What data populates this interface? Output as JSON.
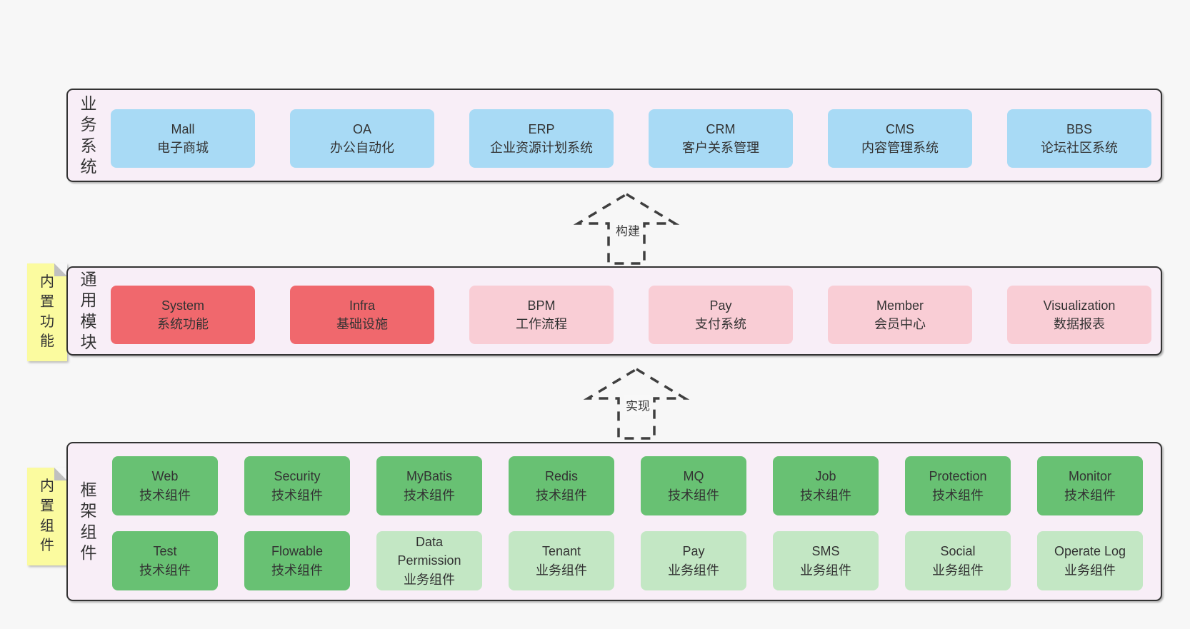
{
  "page": {
    "background": "#f7f7f7"
  },
  "colors": {
    "blue": "#a8daf5",
    "red": "#f0686d",
    "pink": "#f9cdd5",
    "green": "#68c173",
    "lightgreen": "#c3e7c4",
    "container_fill": "#f8eef7",
    "container_border": "#333333",
    "sticky_yellow": "#fbfb9f",
    "arrow_stroke": "#3f3f3f"
  },
  "arrows": [
    {
      "label": "构建"
    },
    {
      "label": "实现"
    }
  ],
  "layers": [
    {
      "side_label": "业务系统",
      "sticky_note": "",
      "rows": [
        [
          {
            "name": "Mall",
            "subtitle": "电子商城",
            "color": "blue"
          },
          {
            "name": "OA",
            "subtitle": "办公自动化",
            "color": "blue"
          },
          {
            "name": "ERP",
            "subtitle": "企业资源计划系统",
            "color": "blue"
          },
          {
            "name": "CRM",
            "subtitle": "客户关系管理",
            "color": "blue"
          },
          {
            "name": "CMS",
            "subtitle": "内容管理系统",
            "color": "blue"
          },
          {
            "name": "BBS",
            "subtitle": "论坛社区系统",
            "color": "blue"
          }
        ]
      ]
    },
    {
      "side_label": "通用模块",
      "sticky_note": "内置功能",
      "rows": [
        [
          {
            "name": "System",
            "subtitle": "系统功能",
            "color": "red"
          },
          {
            "name": "Infra",
            "subtitle": "基础设施",
            "color": "red"
          },
          {
            "name": "BPM",
            "subtitle": "工作流程",
            "color": "pink"
          },
          {
            "name": "Pay",
            "subtitle": "支付系统",
            "color": "pink"
          },
          {
            "name": "Member",
            "subtitle": "会员中心",
            "color": "pink"
          },
          {
            "name": "Visualization",
            "subtitle": "数据报表",
            "color": "pink"
          }
        ]
      ]
    },
    {
      "side_label": "框架组件",
      "sticky_note": "内置组件",
      "rows": [
        [
          {
            "name": "Web",
            "subtitle": "技术组件",
            "color": "green"
          },
          {
            "name": "Security",
            "subtitle": "技术组件",
            "color": "green"
          },
          {
            "name": "MyBatis",
            "subtitle": "技术组件",
            "color": "green"
          },
          {
            "name": "Redis",
            "subtitle": "技术组件",
            "color": "green"
          },
          {
            "name": "MQ",
            "subtitle": "技术组件",
            "color": "green"
          },
          {
            "name": "Job",
            "subtitle": "技术组件",
            "color": "green"
          },
          {
            "name": "Protection",
            "subtitle": "技术组件",
            "color": "green"
          },
          {
            "name": "Monitor",
            "subtitle": "技术组件",
            "color": "green"
          }
        ],
        [
          {
            "name": "Test",
            "subtitle": "技术组件",
            "color": "green"
          },
          {
            "name": "Flowable",
            "subtitle": "技术组件",
            "color": "green"
          },
          {
            "name": "Data Permission",
            "subtitle": "业务组件",
            "color": "lightgreen"
          },
          {
            "name": "Tenant",
            "subtitle": "业务组件",
            "color": "lightgreen"
          },
          {
            "name": "Pay",
            "subtitle": "业务组件",
            "color": "lightgreen"
          },
          {
            "name": "SMS",
            "subtitle": "业务组件",
            "color": "lightgreen"
          },
          {
            "name": "Social",
            "subtitle": "业务组件",
            "color": "lightgreen"
          },
          {
            "name": "Operate Log",
            "subtitle": "业务组件",
            "color": "lightgreen"
          }
        ]
      ]
    }
  ]
}
